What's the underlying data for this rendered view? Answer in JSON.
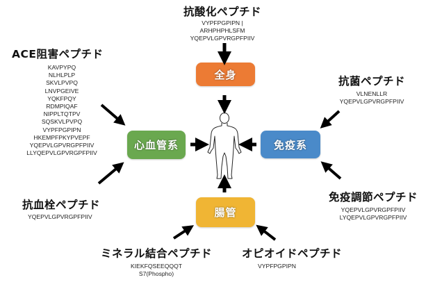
{
  "center": {
    "figure": "human-body-outline",
    "boxes": {
      "whole_body": {
        "label": "全身",
        "color": "#ec7b34"
      },
      "cardiovascular": {
        "label": "心血管系",
        "color": "#6aa84f"
      },
      "immune": {
        "label": "免疫系",
        "color": "#4a8ac9"
      },
      "intestine": {
        "label": "腸管",
        "color": "#f0b534"
      }
    }
  },
  "groups": {
    "antioxidant": {
      "title": "抗酸化ペプチド",
      "sequences": [
        "VYPFPGPIPN |",
        "ARHPHPHLSFM",
        "YQEPVLGPVRGPFPIIV"
      ]
    },
    "ace": {
      "title": "ACE阻害ペプチド",
      "sequences": [
        "KAVPYPQ",
        "NLHLPLP",
        "SKVLPVPQ",
        "LNVPGEIVE",
        "YQKFPQY",
        "RDMPIQAF",
        "NIPPLTQTPV",
        "SQSKVLPVPQ",
        "VYPFPGPIPN",
        "HKEMPFPKYPVEPF",
        "YQEPVLGPVRGPFPIIV",
        "LLYQEPVLGPVRGPFPIIV"
      ]
    },
    "antibacterial": {
      "title": "抗菌ペプチド",
      "sequences": [
        "VLNENLLR",
        "YQEPVLGPVRGPFPIIV"
      ]
    },
    "antithrombotic": {
      "title": "抗血栓ペプチド",
      "sequences": [
        "YQEPVLGPVRGPFPIIV"
      ]
    },
    "immunomodulatory": {
      "title": "免疫調節ペプチド",
      "sequences": [
        "YQEPVLGPVRGPFPIIV",
        "LYQEPVLGPVRGPFPIIV"
      ]
    },
    "mineral_binding": {
      "title": "ミネラル結合ペプチド",
      "sequences": [
        "KIEKFQSEEQQQT",
        "S7(Phospho)"
      ]
    },
    "opioid": {
      "title": "オピオイドペプチド",
      "sequences": [
        "VYPFPGPIPN"
      ]
    }
  },
  "arrow_color": "#000000"
}
